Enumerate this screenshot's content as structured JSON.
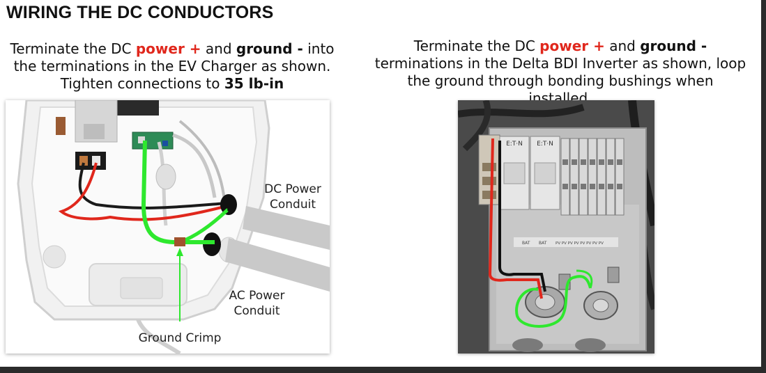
{
  "title": "WIRING THE DC CONDUCTORS",
  "left_caption": {
    "t1": "Terminate the DC ",
    "power": "power +",
    "t2": " and ",
    "ground": "ground -",
    "t3": " into the terminations in the EV Charger as shown. Tighten connections to ",
    "torque": "35 lb-in"
  },
  "right_caption": {
    "t1": "Terminate the DC ",
    "power": "power +",
    "t2": " and ",
    "ground": "ground -",
    "t3": " terminations in the Delta BDI Inverter as shown, loop the ground through bonding bushings when installed."
  },
  "left_labels": {
    "dc_line1": "DC Power",
    "dc_line2": "Conduit",
    "ac_line1": "AC Power",
    "ac_line2": "Conduit",
    "crimp": "Ground Crimp"
  },
  "breaker_brand": "E:T·N",
  "terminal_labels": [
    "BAT",
    "BAT",
    "PV PV PV PV PV PV PV PV"
  ],
  "colors": {
    "power_wire": "#e0271c",
    "ground_highlight": "#2ee82e",
    "accent_text": "#e0271c"
  }
}
